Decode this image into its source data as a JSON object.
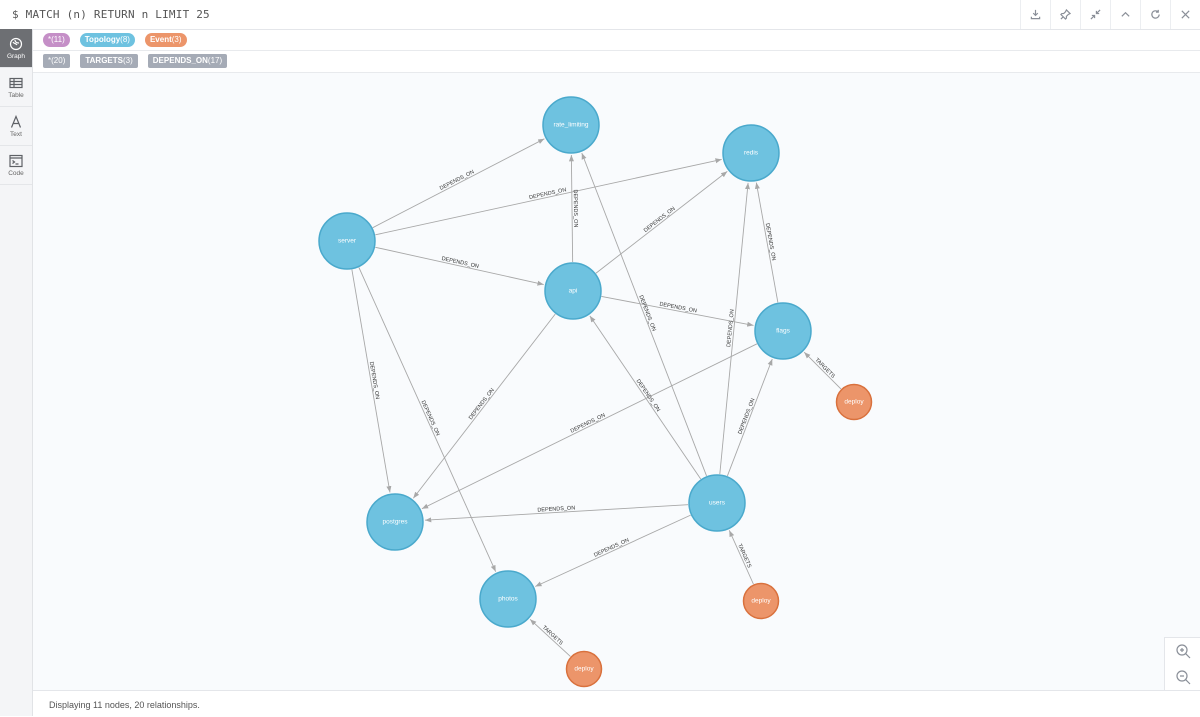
{
  "query": "$ MATCH (n) RETURN n LIMIT 25",
  "toolbar": [
    {
      "name": "download-icon"
    },
    {
      "name": "pin-icon"
    },
    {
      "name": "collapse-icon"
    },
    {
      "name": "chevron-up-icon"
    },
    {
      "name": "refresh-icon"
    },
    {
      "name": "close-icon"
    }
  ],
  "sidebar": {
    "items": [
      {
        "label": "Graph",
        "icon": "graph-icon",
        "active": true
      },
      {
        "label": "Table",
        "icon": "table-icon",
        "active": false
      },
      {
        "label": "Text",
        "icon": "text-icon",
        "active": false
      },
      {
        "label": "Code",
        "icon": "code-icon",
        "active": false
      }
    ]
  },
  "node_labels": [
    {
      "name": "*",
      "count": "(11)",
      "color": "#c58fc7"
    },
    {
      "name": "Topology",
      "count": "(8)",
      "color": "#6ec2e0"
    },
    {
      "name": "Event",
      "count": "(3)",
      "color": "#ec956a"
    }
  ],
  "relationship_types": [
    {
      "name": "*",
      "count": "(20)"
    },
    {
      "name": "TARGETS",
      "count": "(3)"
    },
    {
      "name": "DEPENDS_ON",
      "count": "(17)"
    }
  ],
  "colors": {
    "topology": "#6ec2e0",
    "topology_stroke": "#4aa9cc",
    "event": "#ec956a",
    "event_stroke": "#d9713d",
    "edge": "#a8a8a8"
  },
  "graph": {
    "nodes": [
      {
        "id": "rate_limiting",
        "label": "rate_limiting",
        "type": "topology"
      },
      {
        "id": "redis",
        "label": "redis",
        "type": "topology"
      },
      {
        "id": "server",
        "label": "server",
        "type": "topology"
      },
      {
        "id": "api",
        "label": "api",
        "type": "topology"
      },
      {
        "id": "flags",
        "label": "flags",
        "type": "topology"
      },
      {
        "id": "postgres",
        "label": "postgres",
        "type": "topology"
      },
      {
        "id": "users",
        "label": "users",
        "type": "topology"
      },
      {
        "id": "photos",
        "label": "photos",
        "type": "topology"
      },
      {
        "id": "deploy1",
        "label": "deploy",
        "type": "event"
      },
      {
        "id": "deploy2",
        "label": "deploy",
        "type": "event"
      },
      {
        "id": "deploy3",
        "label": "deploy",
        "type": "event"
      }
    ],
    "edges": [
      {
        "from": "server",
        "to": "rate_limiting",
        "label": "DEPENDS_ON"
      },
      {
        "from": "server",
        "to": "redis",
        "label": "DEPENDS_ON"
      },
      {
        "from": "server",
        "to": "api",
        "label": "DEPENDS_ON"
      },
      {
        "from": "server",
        "to": "postgres",
        "label": "DEPENDS_ON"
      },
      {
        "from": "server",
        "to": "photos",
        "label": "DEPENDS_ON"
      },
      {
        "from": "api",
        "to": "rate_limiting",
        "label": "DEPENDS_ON"
      },
      {
        "from": "api",
        "to": "redis",
        "label": "DEPENDS_ON"
      },
      {
        "from": "api",
        "to": "flags",
        "label": "DEPENDS_ON"
      },
      {
        "from": "api",
        "to": "postgres",
        "label": "DEPENDS_ON"
      },
      {
        "from": "flags",
        "to": "redis",
        "label": "DEPENDS_ON"
      },
      {
        "from": "flags",
        "to": "postgres",
        "label": "DEPENDS_ON"
      },
      {
        "from": "users",
        "to": "rate_limiting",
        "label": "DEPENDS_ON"
      },
      {
        "from": "users",
        "to": "redis",
        "label": "DEPENDS_ON"
      },
      {
        "from": "users",
        "to": "api",
        "label": "DEPENDS_ON"
      },
      {
        "from": "users",
        "to": "flags",
        "label": "DEPENDS_ON"
      },
      {
        "from": "users",
        "to": "postgres",
        "label": "DEPENDS_ON"
      },
      {
        "from": "users",
        "to": "photos",
        "label": "DEPENDS_ON"
      },
      {
        "from": "deploy1",
        "to": "flags",
        "label": "TARGETS"
      },
      {
        "from": "deploy2",
        "to": "users",
        "label": "TARGETS"
      },
      {
        "from": "deploy3",
        "to": "photos",
        "label": "TARGETS"
      }
    ]
  },
  "status": "Displaying 11 nodes, 20 relationships.",
  "zoom": [
    {
      "name": "zoom-in-icon"
    },
    {
      "name": "zoom-out-icon"
    }
  ]
}
